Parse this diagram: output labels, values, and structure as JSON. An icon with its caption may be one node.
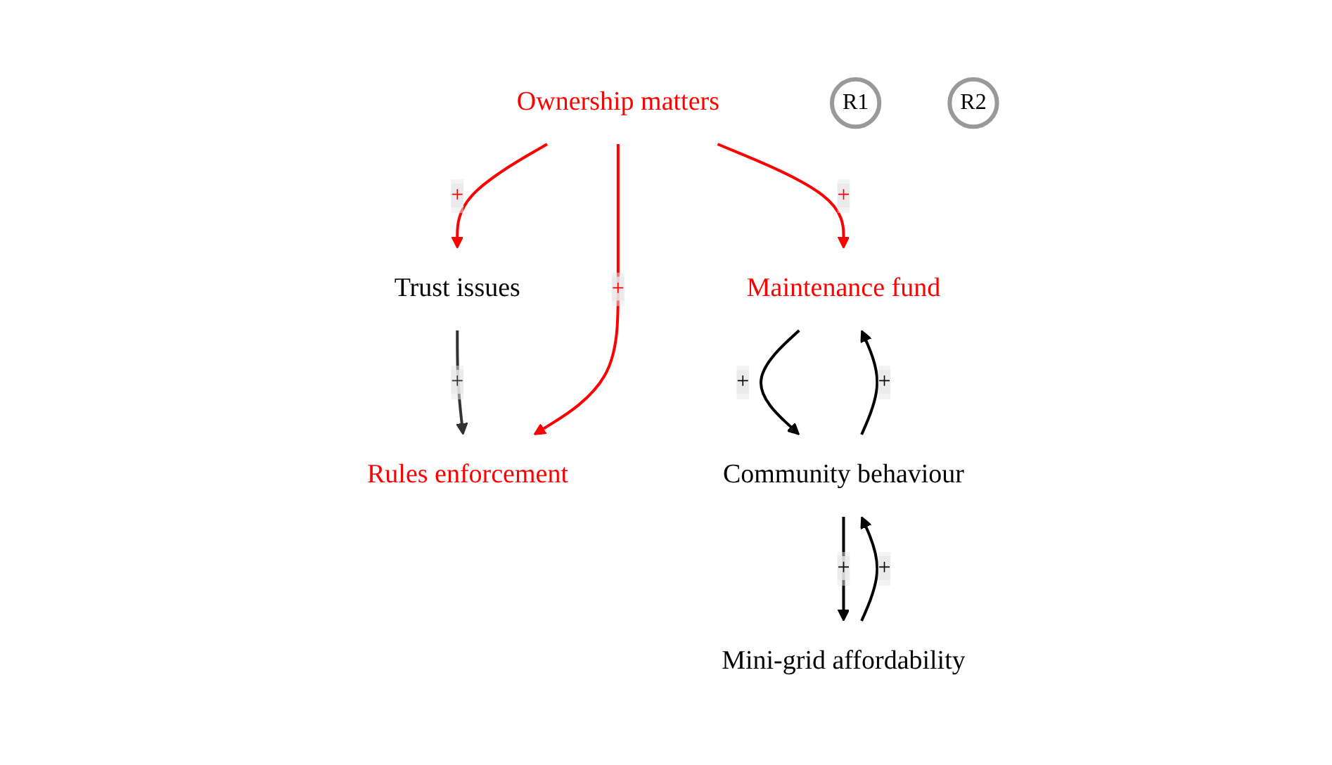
{
  "diagram": {
    "nodes": [
      {
        "text": [
          "Trust issues"
        ]
      },
      {
        "text": [
          "Rules enforcement"
        ]
      },
      {
        "text": [
          "Ownership matters"
        ]
      },
      {
        "text": [
          "Mini-grid affordability"
        ]
      },
      {
        "text": [
          "Community behaviour"
        ]
      },
      {
        "text": [
          "Maintenance fund"
        ]
      },
      {
        "text": [
          "R1"
        ]
      },
      {
        "text": [
          "R2"
        ]
      }
    ],
    "edges": [
      {
        "from": 0,
        "to": 1,
        "arrow": "to",
        "label": "+",
        "color": "#333333"
      },
      {
        "from": 2,
        "to": 0,
        "arrow": "to",
        "label": "+",
        "color": "#ff0000"
      },
      {
        "from": 2,
        "to": 1,
        "arrow": "to",
        "label": "+",
        "color": "#ff0000"
      },
      {
        "from": 2,
        "to": 5,
        "arrow": "to",
        "label": "+",
        "color": "#ff0000"
      },
      {
        "from": 3,
        "to": 4,
        "arrow": "to",
        "label": "+"
      },
      {
        "from": 4,
        "to": 3,
        "arrow": "to",
        "label": "+"
      },
      {
        "from": 5,
        "to": 4,
        "arrow": "to",
        "label": "+"
      },
      {
        "from": 4,
        "to": 5,
        "arrow": "to",
        "label": "+"
      }
    ]
  }
}
